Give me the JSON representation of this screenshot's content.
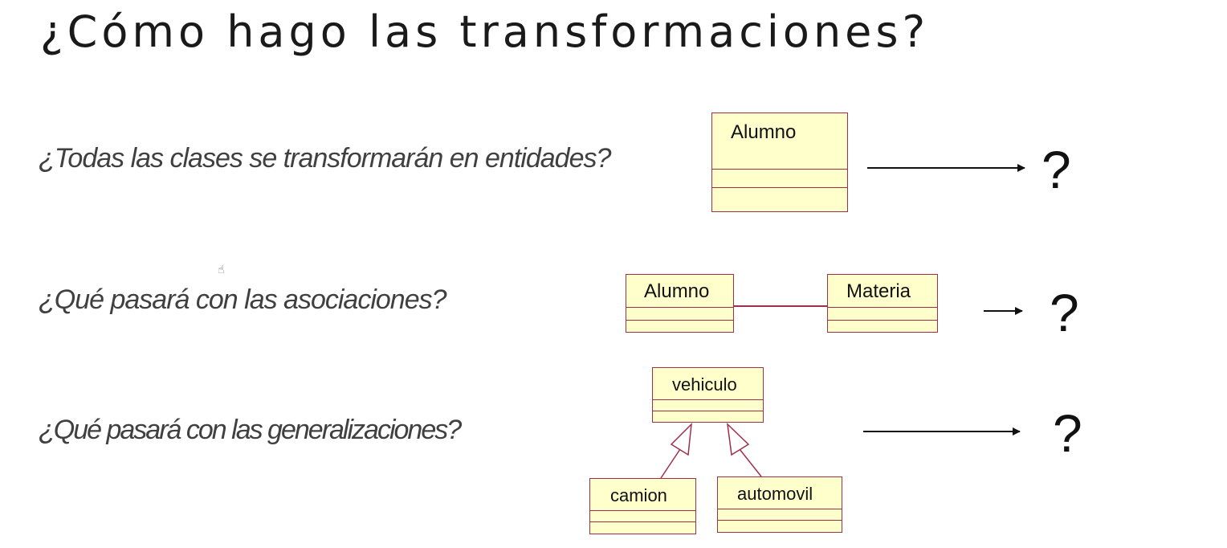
{
  "title": "¿Cómo hago las transformaciones?",
  "questions": {
    "q1": "¿Todas las clases se transformarán en  entidades?",
    "q2": "¿Qué pasará con las asociaciones?",
    "q3": "¿Qué pasará con las generalizaciones?"
  },
  "classes": {
    "alumno1": "Alumno",
    "alumno2": "Alumno",
    "materia": "Materia",
    "vehiculo": "vehiculo",
    "camion": "camion",
    "automovil": "automovil"
  },
  "question_mark": "?",
  "colors": {
    "class_fill": "#ffffcc",
    "class_border": "#a0304a",
    "question_text": "#404040"
  },
  "icons": [
    "hand-cursor-icon"
  ]
}
